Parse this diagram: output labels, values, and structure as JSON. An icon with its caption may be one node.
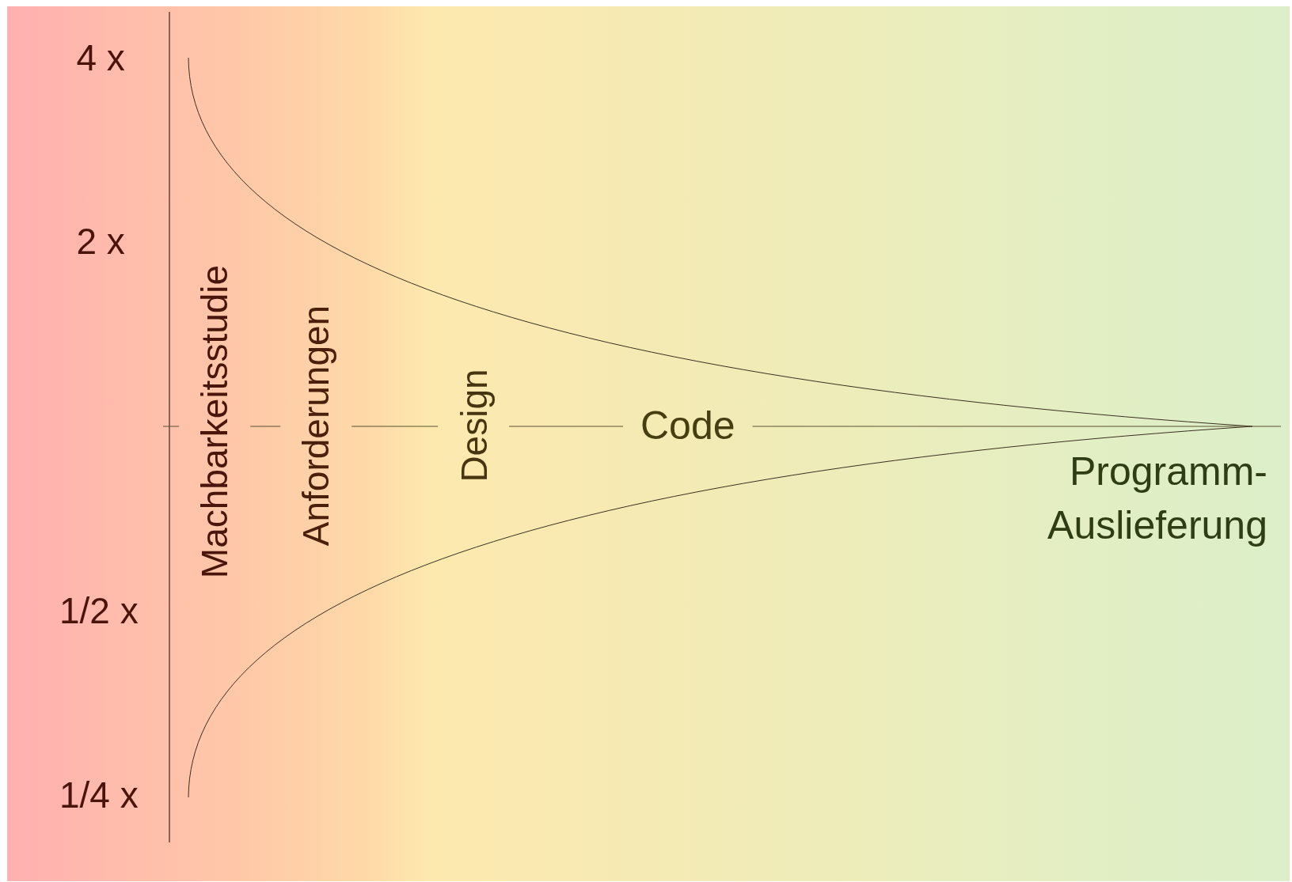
{
  "diagram": {
    "labels": [
      "4 x",
      "2 x",
      "Machbarkeitsstudie",
      "Anforderungen",
      "Design",
      "Code",
      "Programm- Auslieferung",
      "1/2 x",
      "1/4 x"
    ]
  }
}
